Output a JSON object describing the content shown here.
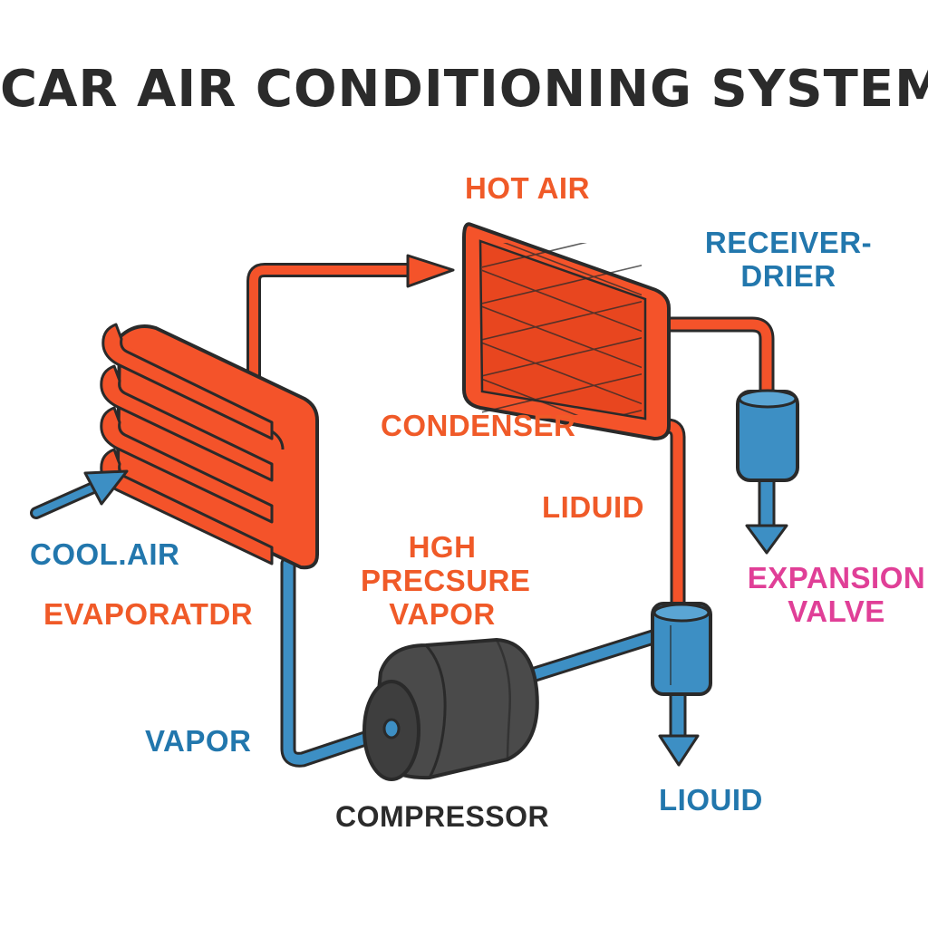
{
  "title": "CAR AIR CONDITIONING SYSTEM",
  "labels": {
    "hot_air": "HOT AIR",
    "receiver_drier": [
      "RECEIVER-",
      "DRIER"
    ],
    "condenser": "CONDENSER",
    "liquid_top": "LIDUID",
    "high_pressure_vapor": [
      "HGH",
      "PRECSURE",
      "VAPOR"
    ],
    "cool_air": "COOL.AIR",
    "evaporator": "EVAPORATDR",
    "expansion_valve": [
      "EXPANSION",
      "VALVE"
    ],
    "vapor": "VAPOR",
    "liquid_bottom": "LIOUID",
    "compressor": "COMPRESSOR"
  },
  "colors": {
    "title": "#2b2b2b",
    "hot": "#f4532a",
    "hot_label": "#f05a28",
    "cold": "#3d8fc4",
    "cold_label": "#2277ad",
    "expansion": "#e03f97",
    "outline": "#2a2a2a",
    "compressor_body": "#4a4a4a",
    "compressor_label": "#2b2b2b"
  }
}
